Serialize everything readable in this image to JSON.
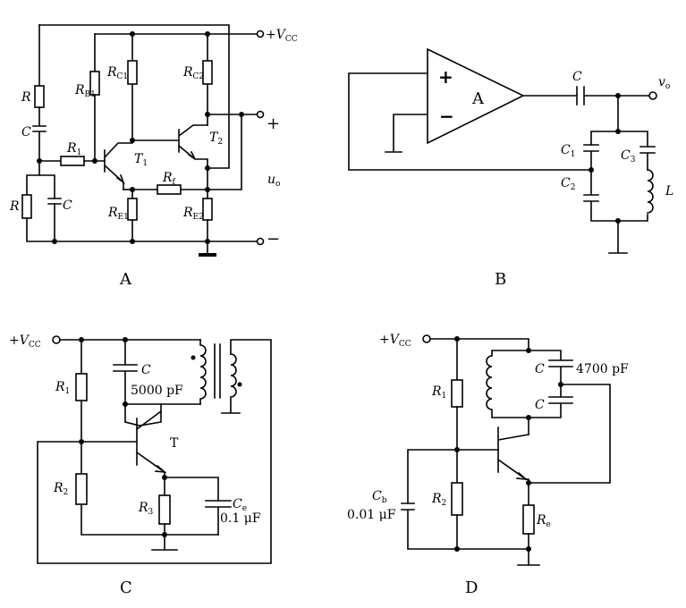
{
  "panels": [
    {
      "caption": "A",
      "labels": {
        "vcc": "+V",
        "vcc_sub": "CC",
        "r": "R",
        "c": "C",
        "r1": "R",
        "r1_sub": "1",
        "rb1": "R",
        "rb1_sub": "B1",
        "rc1": "R",
        "rc1_sub": "C1",
        "rc2": "R",
        "rc2_sub": "C2",
        "t1": "T",
        "t1_sub": "1",
        "t2": "T",
        "t2_sub": "2",
        "rf": "R",
        "rf_sub": "f",
        "re1": "R",
        "re1_sub": "E1",
        "re2": "R",
        "re2_sub": "E2",
        "r_low": "R",
        "c_low": "C",
        "plus": "+",
        "minus": "−",
        "uo": "u",
        "uo_sub": "o"
      }
    },
    {
      "caption": "B",
      "labels": {
        "opamp": "A",
        "in_plus": "+",
        "in_minus": "−",
        "c": "C",
        "vo": "v",
        "vo_sub": "o",
        "c1": "C",
        "c1_sub": "1",
        "c2": "C",
        "c2_sub": "2",
        "c3": "C",
        "c3_sub": "3",
        "l": "L"
      }
    },
    {
      "caption": "C",
      "labels": {
        "vcc": "+V",
        "vcc_sub": "CC",
        "r1": "R",
        "r1_sub": "1",
        "r2": "R",
        "r2_sub": "2",
        "r3": "R",
        "r3_sub": "3",
        "c": "C",
        "c_value": "5000 pF",
        "t": "T",
        "ce": "C",
        "ce_sub": "e",
        "ce_value": "0.1 μF"
      }
    },
    {
      "caption": "D",
      "labels": {
        "vcc": "+V",
        "vcc_sub": "CC",
        "r1": "R",
        "r1_sub": "1",
        "r2": "R",
        "r2_sub": "2",
        "re": "R",
        "re_sub": "e",
        "c_top": "C",
        "c_top_value": "4700 pF",
        "c_bot": "C",
        "cb": "C",
        "cb_sub": "b",
        "cb_value": "0.01 μF"
      }
    }
  ]
}
